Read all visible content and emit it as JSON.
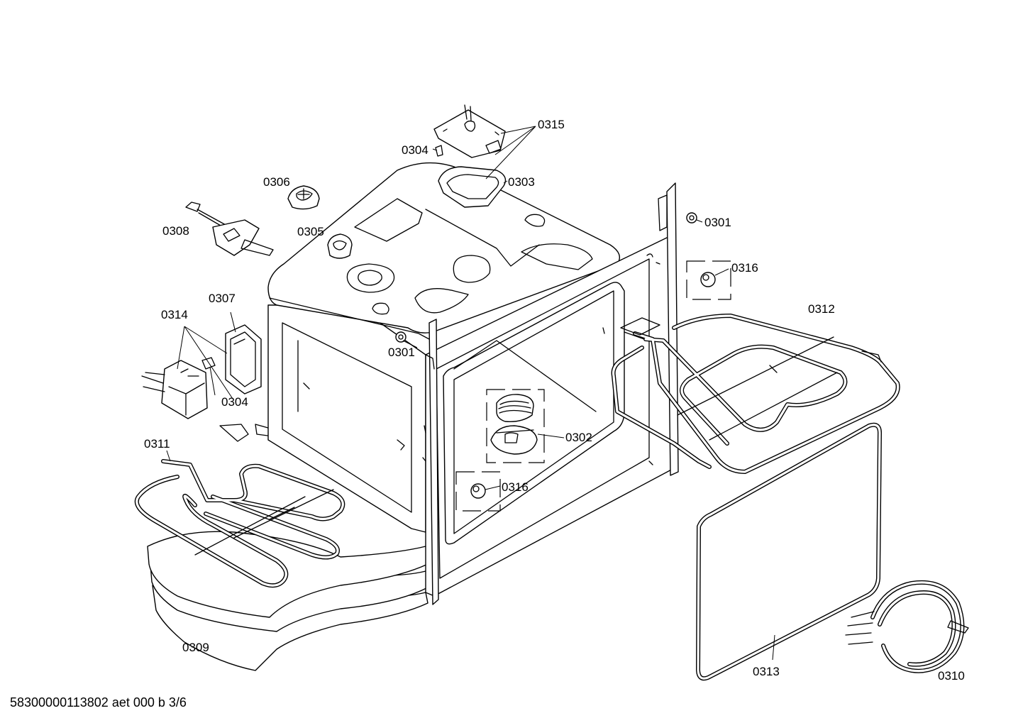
{
  "callouts": {
    "c0315": "0315",
    "c0304_top": "0304",
    "c0303": "0303",
    "c0306": "0306",
    "c0301_right": "0301",
    "c0308": "0308",
    "c0305": "0305",
    "c0316_right": "0316",
    "c0307": "0307",
    "c0312": "0312",
    "c0314": "0314",
    "c0301_center": "0301",
    "c0304_left": "0304",
    "c0302": "0302",
    "c0311": "0311",
    "c0316_lower": "0316",
    "c0309": "0309",
    "c0313": "0313",
    "c0310": "0310"
  },
  "footer": {
    "text": "58300000113802 aet 000 b 3/6"
  }
}
